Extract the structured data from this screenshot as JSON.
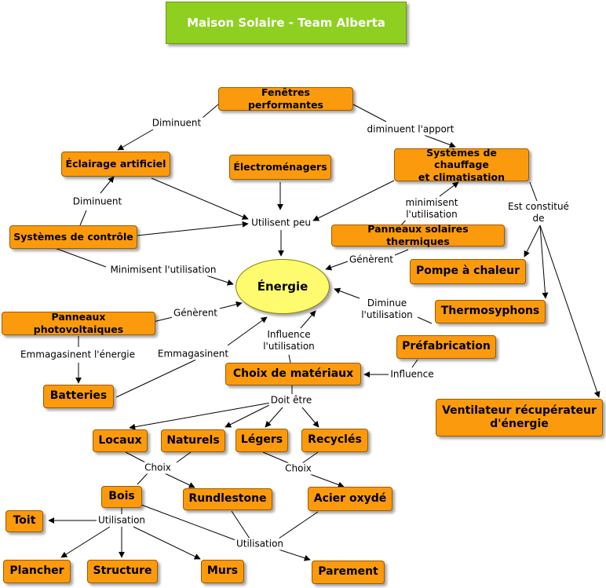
{
  "title": "Maison Solaire - Team Alberta",
  "center": "Énergie",
  "nodes": {
    "fenetres": "Fenêtres performantes",
    "eclairage": "Éclairage artificiel",
    "electromenagers": "Électroménagers",
    "chauffage": "Systèmes de chauffage\net climatisation",
    "controle": "Systèmes de contrôle",
    "panneaux_thermiques": "Panneaux solaires thermiques",
    "pompe": "Pompe à chaleur",
    "thermosyphons": "Thermosyphons",
    "ventilateur": "Ventilateur récupérateur\nd'énergie",
    "photovoltaiques": "Panneaux photovoltaiques",
    "batteries": "Batteries",
    "prefabrication": "Préfabrication",
    "materiaux": "Choix de matériaux",
    "locaux": "Locaux",
    "naturels": "Naturels",
    "legers": "Légers",
    "recycles": "Recyclés",
    "bois": "Bois",
    "rundlestone": "Rundlestone",
    "acier": "Acier oxydé",
    "toit": "Toit",
    "plancher": "Plancher",
    "structure": "Structure",
    "murs": "Murs",
    "parement": "Parement"
  },
  "links": {
    "diminuent_left": "Diminuent",
    "diminuent_apport": "diminuent l'apport",
    "diminuent_controle": "Diminuent",
    "utilisent_peu": "Utilisent peu",
    "minimisent_chauffage": "minimisent\nl'utilisation",
    "est_constitue": "Est constitué\nde",
    "generent_thermiques": "Génèrent",
    "minimisent_controle": "Minimisent l'utilisation",
    "diminue_prefab": "Diminue\nl'utilisation",
    "generent_pv": "Génèrent",
    "emmagasinent_pv": "Emmagasinent l'énergie",
    "emmagasinent_batt": "Emmagasinent",
    "influence_materiaux": "Influence\nl'utilisation",
    "influence_prefab": "Influence",
    "doit_etre": "Doit être",
    "choix_left": "Choix",
    "choix_right": "Choix",
    "utilisation_bois": "Utilisation",
    "utilisation_bottom": "Utilisation"
  }
}
